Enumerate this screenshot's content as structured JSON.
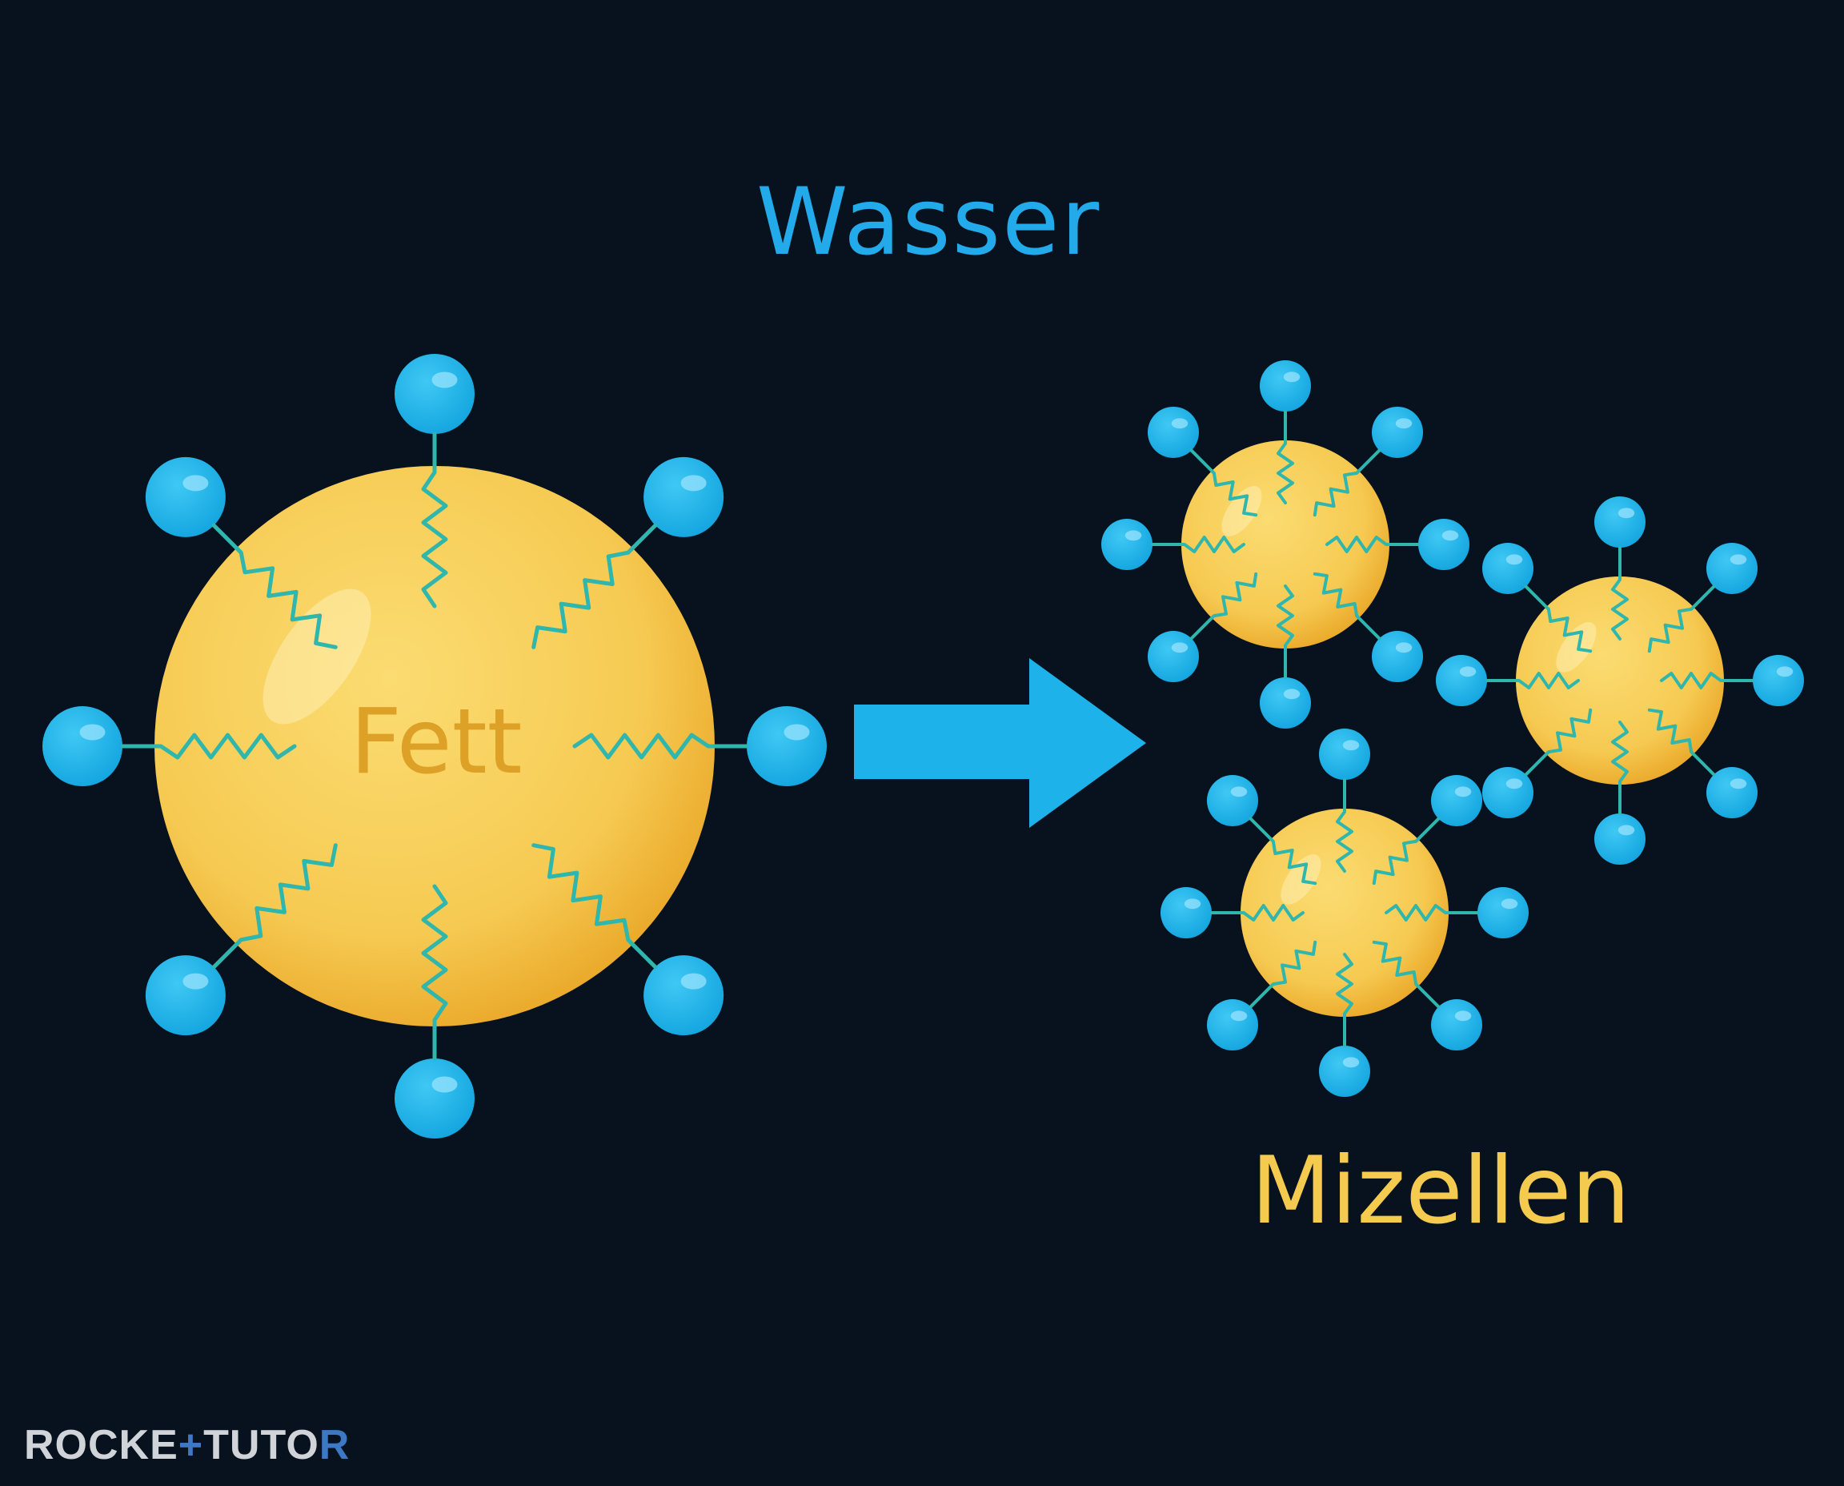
{
  "labels": {
    "water": "Wasser",
    "fat": "Fett",
    "micelles": "Mizellen"
  },
  "logo": {
    "part1": "ROCKE",
    "plus": "+",
    "part2": "TUTO",
    "part3": "R"
  },
  "colors": {
    "background": "#07121e",
    "fat": "#f6ca52",
    "head": "#1db3ea",
    "tail": "#2fb6ad",
    "arrow": "#1db3ea",
    "water_text": "#22aaea",
    "fat_text": "#dca126",
    "micelles_text": "#f4cb4e"
  },
  "icons": {
    "arrow": "right-arrow-icon",
    "surfactant_head": "hydrophilic-head-icon",
    "surfactant_tail": "hydrophobic-tail-icon"
  },
  "surfactants": {
    "large_droplet_count": 8,
    "micelle_count": 3,
    "per_micelle": 8
  }
}
